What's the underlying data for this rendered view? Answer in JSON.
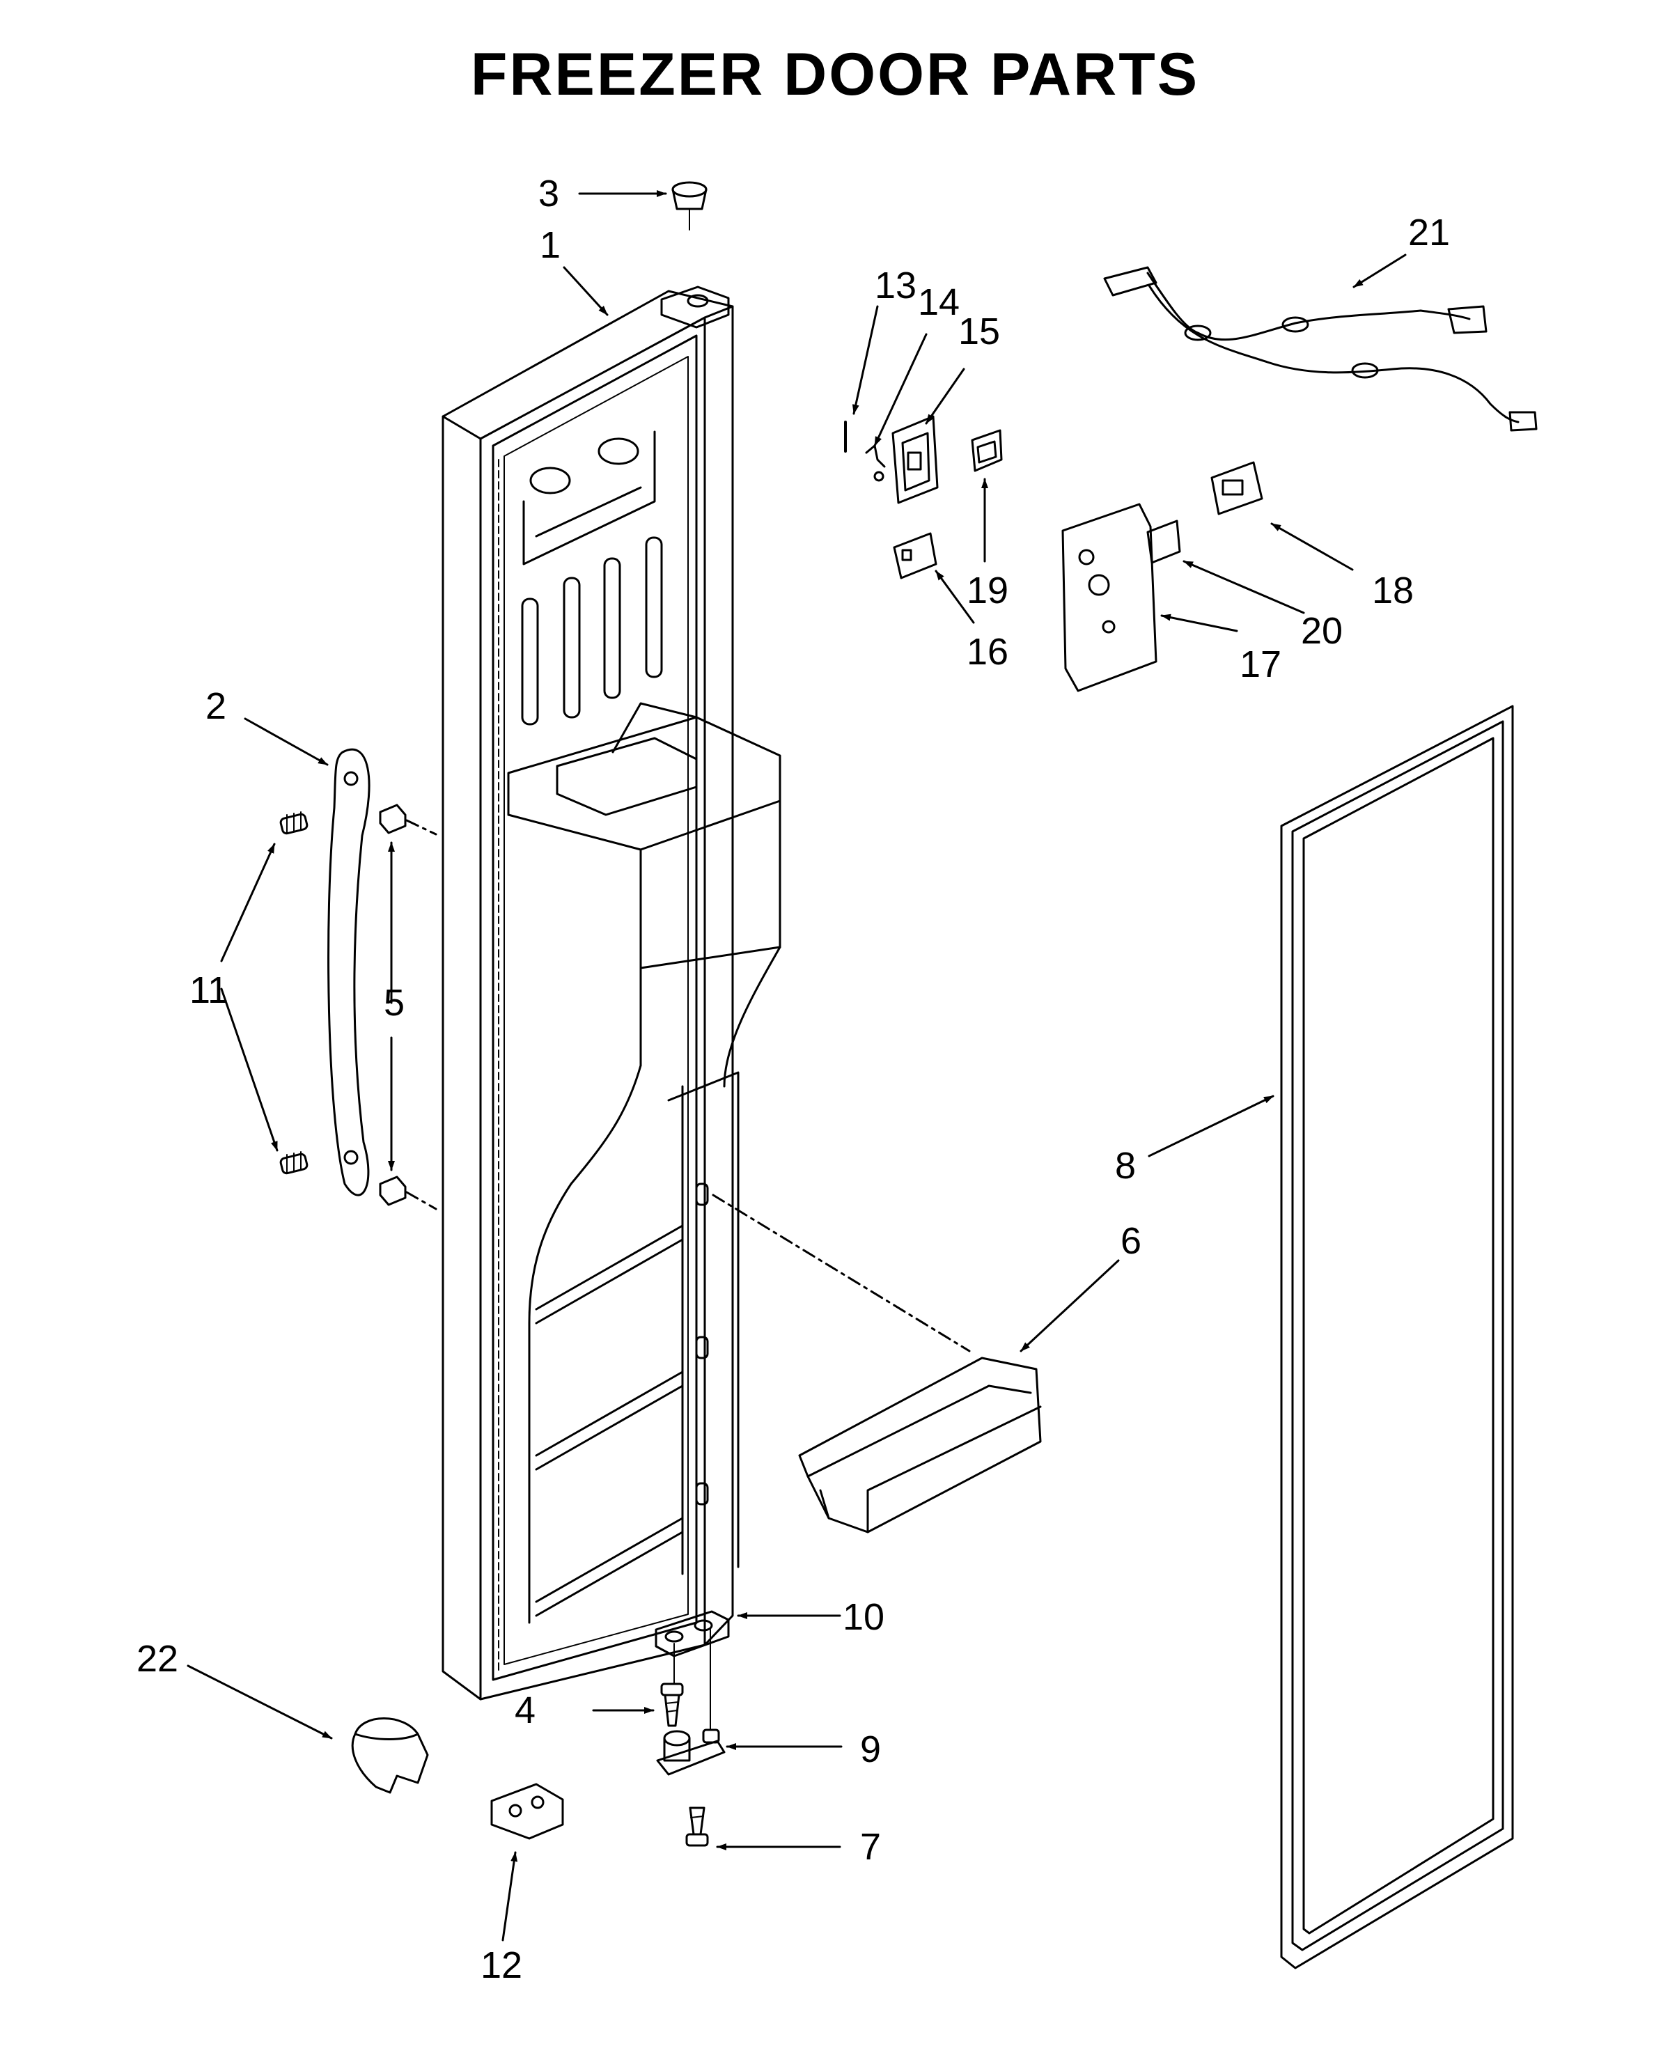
{
  "title": "FREEZER DOOR PARTS",
  "callouts": [
    {
      "id": "1",
      "label": "1"
    },
    {
      "id": "2",
      "label": "2"
    },
    {
      "id": "3",
      "label": "3"
    },
    {
      "id": "4",
      "label": "4"
    },
    {
      "id": "5",
      "label": "5"
    },
    {
      "id": "6",
      "label": "6"
    },
    {
      "id": "7",
      "label": "7"
    },
    {
      "id": "8",
      "label": "8"
    },
    {
      "id": "9",
      "label": "9"
    },
    {
      "id": "10",
      "label": "10"
    },
    {
      "id": "11",
      "label": "11"
    },
    {
      "id": "12",
      "label": "12"
    },
    {
      "id": "13",
      "label": "13"
    },
    {
      "id": "14",
      "label": "14"
    },
    {
      "id": "15",
      "label": "15"
    },
    {
      "id": "16",
      "label": "16"
    },
    {
      "id": "17",
      "label": "17"
    },
    {
      "id": "18",
      "label": "18"
    },
    {
      "id": "19",
      "label": "19"
    },
    {
      "id": "20",
      "label": "20"
    },
    {
      "id": "21",
      "label": "21"
    },
    {
      "id": "22",
      "label": "22"
    }
  ]
}
